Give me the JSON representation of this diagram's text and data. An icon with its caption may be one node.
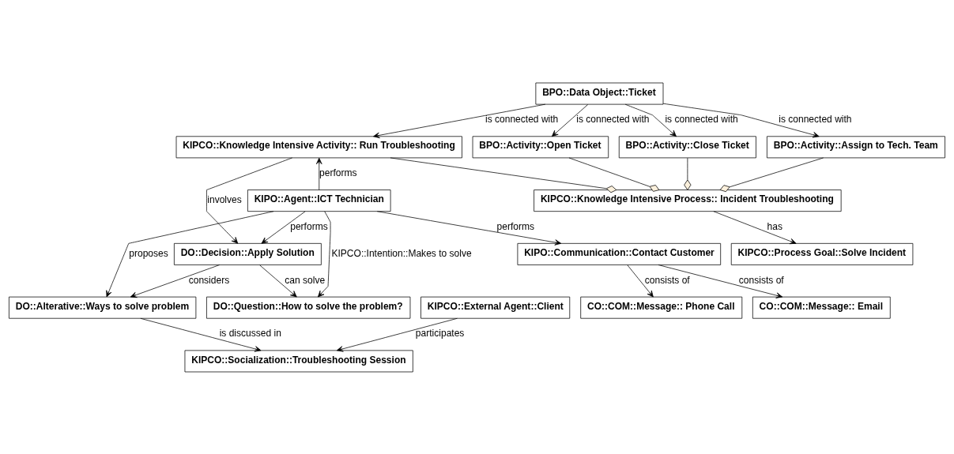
{
  "diagram": {
    "nodes": [
      {
        "text": [
          "BPO::Data Object::Ticket"
        ]
      },
      {
        "text": [
          "KIPCO::Knowledge Intensive Activity:: Run Troubleshooting"
        ]
      },
      {
        "text": [
          "BPO::Activity::Open Ticket"
        ]
      },
      {
        "text": [
          "BPO::Activity::Close Ticket"
        ]
      },
      {
        "text": [
          "BPO::Activity::Assign to Tech. Team"
        ]
      },
      {
        "text": [
          "KIPCO::Knowledge Intensive Process:: Incident Troubleshooting"
        ]
      },
      {
        "text": [
          "KIPCO::Process Goal::Solve Incident"
        ]
      },
      {
        "text": [
          "KIPO::Agent::ICT Technician"
        ]
      },
      {
        "text": [
          "DO::Decision::Apply Solution"
        ]
      },
      {
        "text": [
          "DO::Question::How to solve the problem?"
        ]
      },
      {
        "text": [
          "KIPO::Communication::Contact Customer"
        ]
      },
      {
        "text": [
          "DO::Alterative::Ways to solve problem"
        ]
      },
      {
        "text": [
          "CO::COM::Message:: Email"
        ]
      },
      {
        "text": [
          "CO::COM::Message:: Phone Call"
        ]
      },
      {
        "text": [
          "KIPCO::External Agent::Client"
        ]
      },
      {
        "text": [
          "KIPCO::Socialization::Troubleshooting Session"
        ]
      }
    ],
    "edges": [
      {
        "from": 0,
        "to": 1,
        "arrow": "to",
        "label": "is connected with"
      },
      {
        "from": 0,
        "to": 2,
        "arrow": "to",
        "label": "is connected with"
      },
      {
        "from": 0,
        "to": 3,
        "arrow": "to",
        "label": "is connected with"
      },
      {
        "from": 0,
        "to": 4,
        "arrow": "to",
        "label": "is connected with"
      },
      {
        "from": 1,
        "to": 5,
        "arrow": "other"
      },
      {
        "from": 2,
        "to": 5,
        "arrow": "other"
      },
      {
        "from": 3,
        "to": 5,
        "arrow": "other"
      },
      {
        "from": 4,
        "to": 5,
        "arrow": "other"
      },
      {
        "from": 5,
        "to": 6,
        "arrow": "to",
        "label": "has"
      },
      {
        "from": 7,
        "to": 1,
        "arrow": "to",
        "label": "performs"
      },
      {
        "from": 1,
        "to": 8,
        "arrow": "to",
        "label": "involves"
      },
      {
        "from": 7,
        "to": 8,
        "arrow": "to",
        "label": "performs"
      },
      {
        "from": 8,
        "to": 9,
        "arrow": "to",
        "label": "can solve"
      },
      {
        "from": 7,
        "to": 9,
        "arrow": "to",
        "label": "KIPCO::Intention::Makes to solve"
      },
      {
        "from": 8,
        "to": 11,
        "arrow": "to",
        "label": "considers"
      },
      {
        "from": 7,
        "to": 10,
        "arrow": "to",
        "label": "performs"
      },
      {
        "from": 7,
        "to": 11,
        "arrow": "to",
        "label": "proposes"
      },
      {
        "from": 10,
        "to": 12,
        "arrow": "to",
        "label": "consists of"
      },
      {
        "from": 10,
        "to": 13,
        "arrow": "to",
        "label": "consists of"
      },
      {
        "from": 11,
        "to": 15,
        "arrow": "to",
        "label": "is discussed in"
      },
      {
        "from": 14,
        "to": 15,
        "arrow": "to",
        "label": "participates"
      }
    ]
  }
}
